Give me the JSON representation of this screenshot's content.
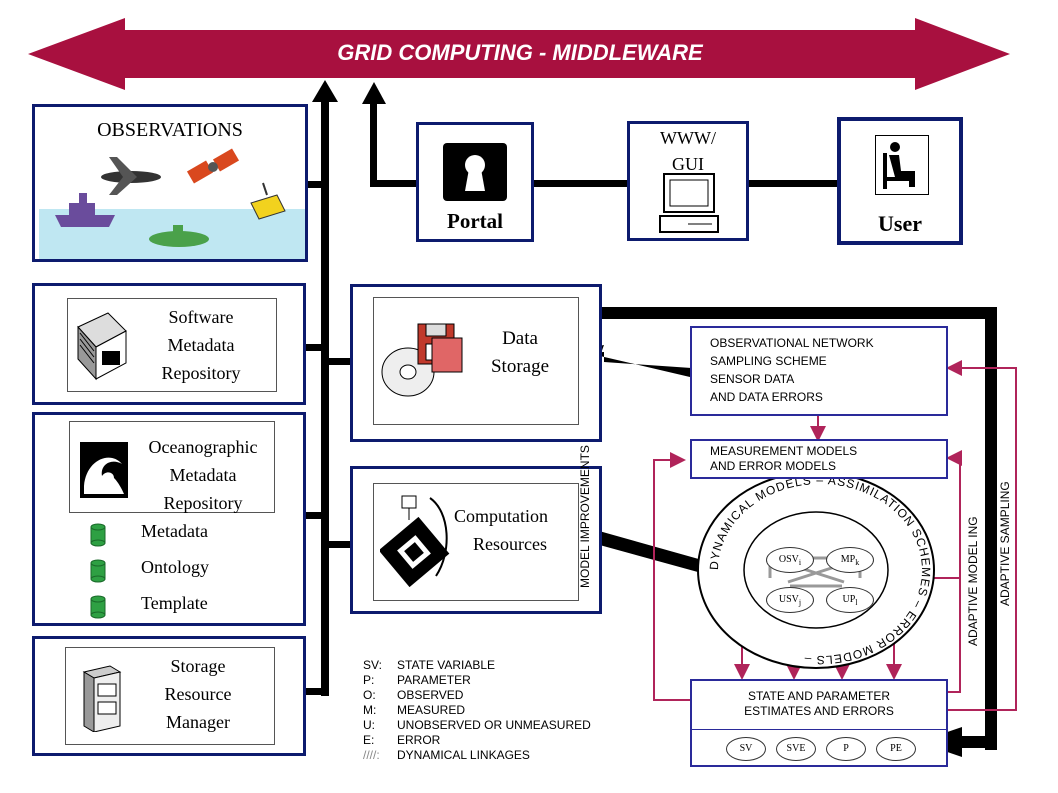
{
  "banner": {
    "title": "GRID COMPUTING -  MIDDLEWARE",
    "color": "#a8103f"
  },
  "left_panels": {
    "observations": {
      "title": "OBSERVATIONS"
    },
    "software": {
      "line1": "Software",
      "line2": "Metadata",
      "line3": "Repository"
    },
    "oceanographic": {
      "line1": "Oceanographic",
      "line2": "Metadata",
      "line3": "Repository",
      "items": [
        "Metadata",
        "Ontology",
        "Template"
      ]
    },
    "storage": {
      "line1": "Storage",
      "line2": "Resource",
      "line3": "Manager"
    }
  },
  "top_row": {
    "portal": {
      "label": "Portal"
    },
    "www": {
      "line1": "WWW/",
      "line2": "GUI"
    },
    "user": {
      "label": "User"
    }
  },
  "middle": {
    "data_storage": {
      "line1": "Data",
      "line2": "Storage"
    },
    "computation": {
      "line1": "Computation",
      "line2": "Resources"
    }
  },
  "right_diagram": {
    "obs_network": [
      "OBSERVATIONAL NETWORK",
      "SAMPLING SCHEME",
      "SENSOR DATA",
      "AND DATA ERRORS"
    ],
    "measurement": [
      "MEASUREMENT MODELS",
      "AND ERROR MODELS"
    ],
    "circle_text": "DYNAMICAL MODELS – ASSIMILATION SCHEMES – ERROR MODELS –",
    "osv": "OSV",
    "mp": "MP",
    "usv": "USV",
    "up": "UP",
    "sub_osv": "i",
    "sub_mp": "k",
    "sub_usv": "j",
    "sub_up": "l",
    "state_estimates": [
      "STATE AND PARAMETER",
      "ESTIMATES AND ERRORS"
    ],
    "outputs": [
      "SV",
      "SVE",
      "P",
      "PE"
    ],
    "model_improvements": "MODEL IMPROVEMENTS",
    "adaptive_modeling": "ADAPTIVE MODEL ING",
    "adaptive_sampling": "ADAPTIVE SAMPLING"
  },
  "legend": [
    {
      "key": "SV:",
      "value": "STATE VARIABLE"
    },
    {
      "key": "P:",
      "value": "PARAMETER"
    },
    {
      "key": "O:",
      "value": "OBSERVED"
    },
    {
      "key": "M:",
      "value": "MEASURED"
    },
    {
      "key": "U:",
      "value": "UNOBSERVED OR UNMEASURED"
    },
    {
      "key": "E:",
      "value": "ERROR"
    },
    {
      "key": "////:",
      "value": "DYNAMICAL LINKAGES"
    }
  ],
  "colors": {
    "navy": "#0d1b6e",
    "crimson": "#a8103f",
    "arrow": "#b0245a"
  }
}
